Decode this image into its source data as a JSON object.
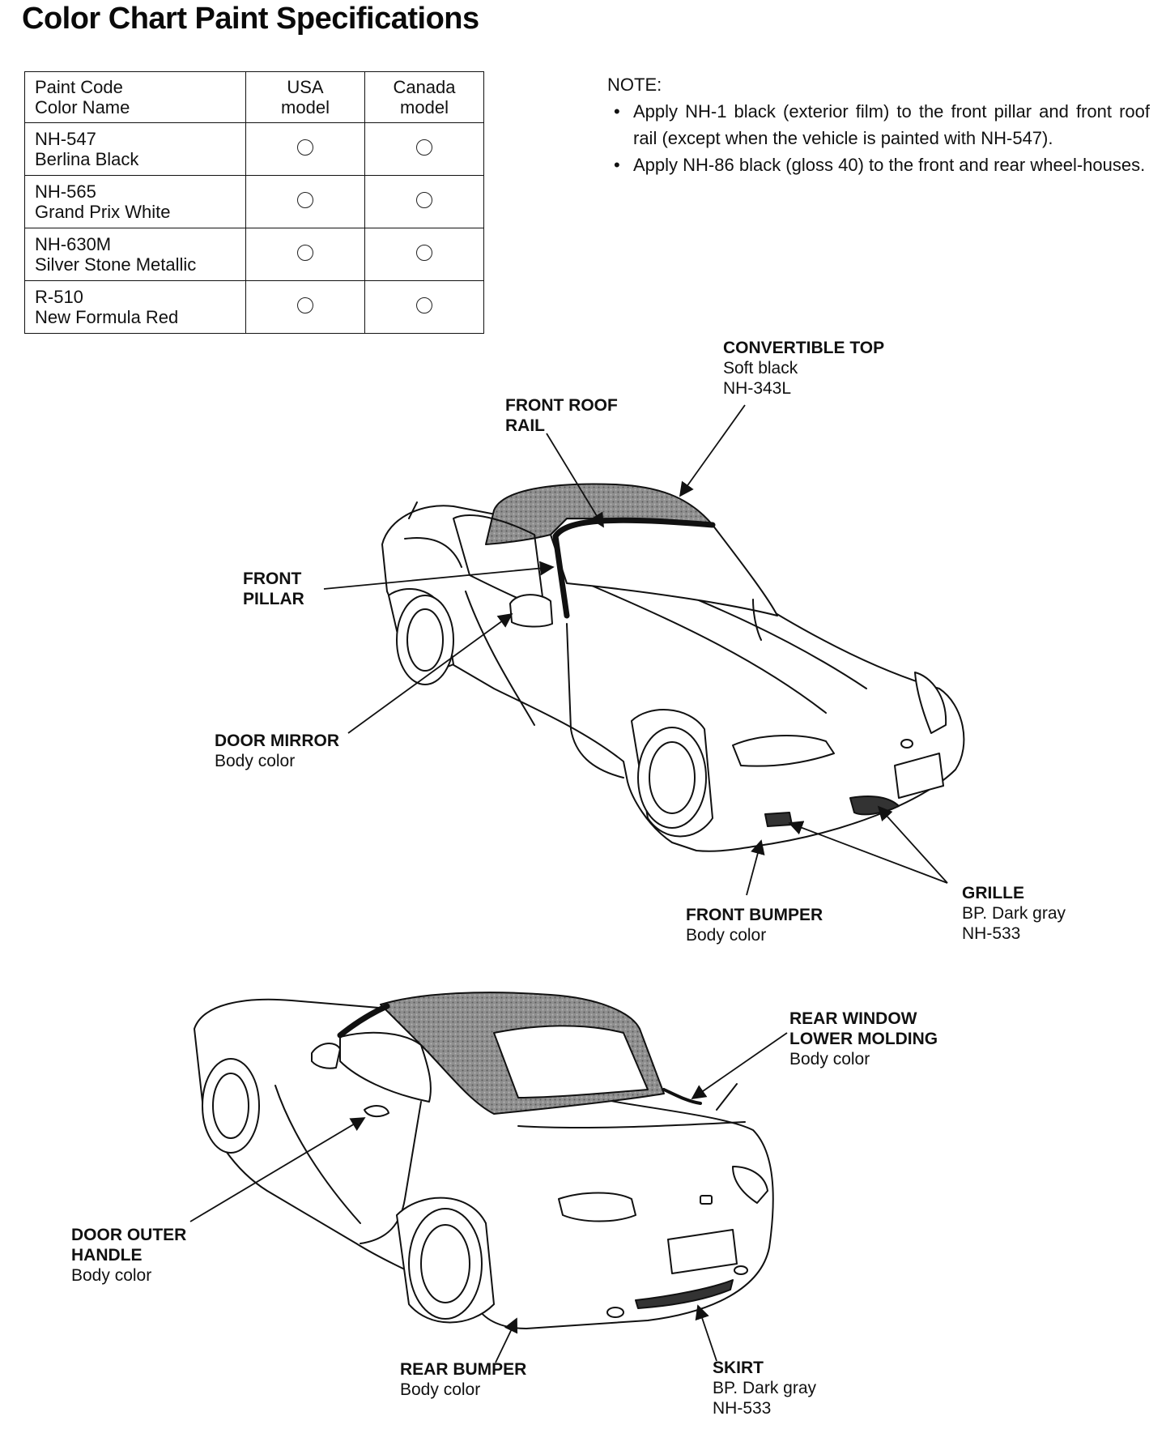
{
  "title": "Color Chart Paint Specifications",
  "table": {
    "headers": {
      "col1_line1": "Paint Code",
      "col1_line2": "Color Name",
      "col2_line1": "USA",
      "col2_line2": "model",
      "col3_line1": "Canada",
      "col3_line2": "model"
    },
    "rows": [
      {
        "code": "NH-547",
        "name": "Berlina Black",
        "usa": "available",
        "canada": "available"
      },
      {
        "code": "NH-565",
        "name": "Grand Prix White",
        "usa": "available",
        "canada": "available"
      },
      {
        "code": "NH-630M",
        "name": "Silver Stone Metallic",
        "usa": "available",
        "canada": "available"
      },
      {
        "code": "R-510",
        "name": "New Formula Red",
        "usa": "available",
        "canada": "available"
      }
    ]
  },
  "note": {
    "heading": "NOTE:",
    "items": [
      "Apply NH-1 black (exterior film) to the front pillar and front roof rail (except when the vehicle is painted with NH-547).",
      "Apply NH-86 black (gloss 40) to the front and rear wheel-houses."
    ]
  },
  "front_view_labels": {
    "convertible_top": {
      "title": "CONVERTIBLE TOP",
      "line1": "Soft black",
      "line2": "NH-343L"
    },
    "front_roof_rail": {
      "title_line1": "FRONT ROOF",
      "title_line2": "RAIL"
    },
    "front_pillar": {
      "title_line1": "FRONT",
      "title_line2": "PILLAR"
    },
    "door_mirror": {
      "title": "DOOR MIRROR",
      "line1": "Body color"
    },
    "front_bumper": {
      "title": "FRONT BUMPER",
      "line1": "Body color"
    },
    "grille": {
      "title": "GRILLE",
      "line1": "BP. Dark gray",
      "line2": "NH-533"
    }
  },
  "rear_view_labels": {
    "rear_window_lower_molding": {
      "title_line1": "REAR WINDOW",
      "title_line2": "LOWER MOLDING",
      "line1": "Body color"
    },
    "door_outer_handle": {
      "title_line1": "DOOR OUTER",
      "title_line2": "HANDLE",
      "line1": "Body color"
    },
    "rear_bumper": {
      "title": "REAR BUMPER",
      "line1": "Body color"
    },
    "skirt": {
      "title": "SKIRT",
      "line1": "BP. Dark gray",
      "line2": "NH-533"
    }
  },
  "illustrations": [
    "front-three-quarter-convertible-car",
    "rear-three-quarter-convertible-car"
  ]
}
